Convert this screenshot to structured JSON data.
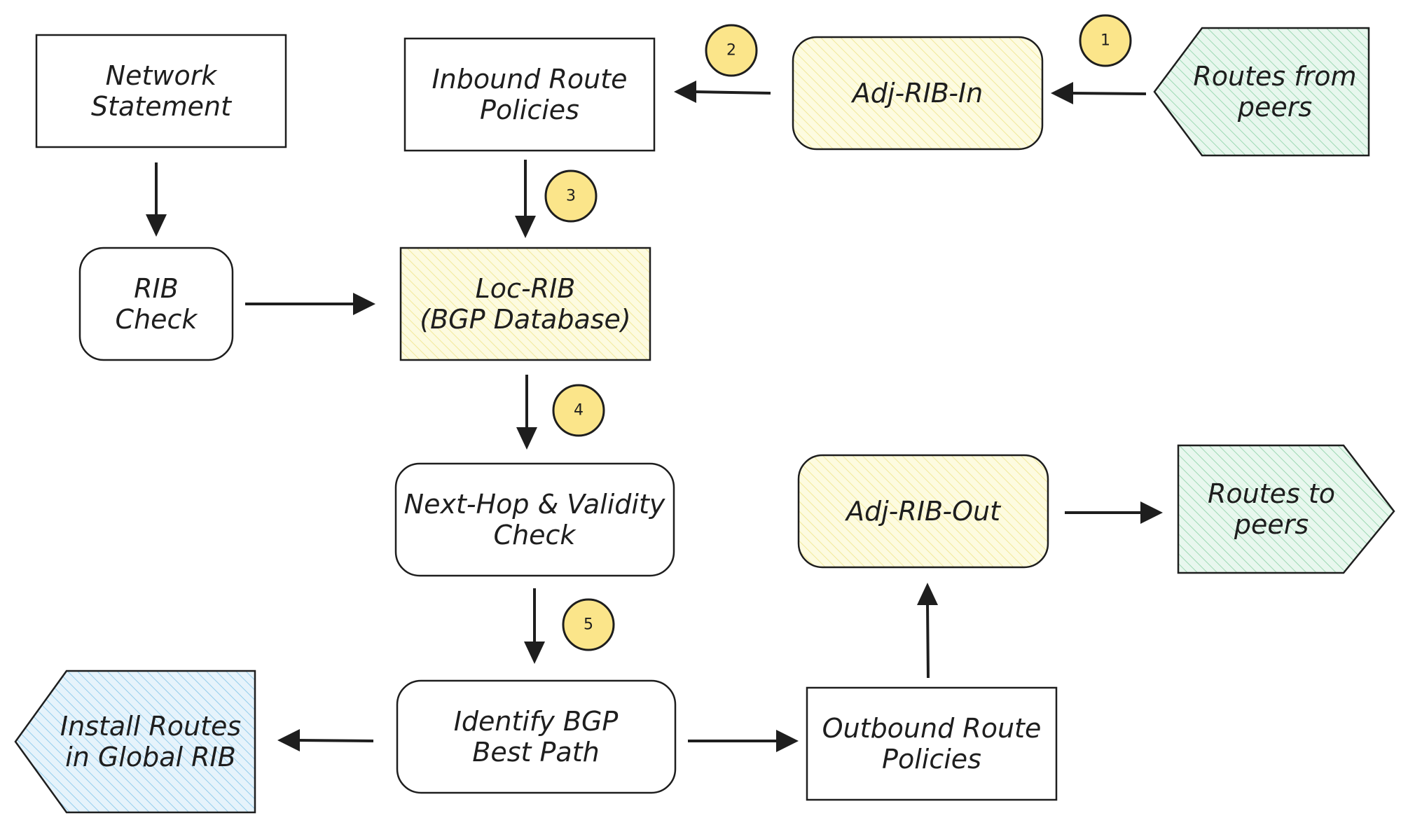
{
  "nodes": {
    "network_statement": {
      "lines": [
        "Network",
        "Statement"
      ]
    },
    "rib_check": {
      "lines": [
        "RIB",
        "Check"
      ]
    },
    "inbound_policies": {
      "lines": [
        "Inbound Route",
        "Policies"
      ]
    },
    "loc_rib": {
      "lines": [
        "Loc-RIB",
        "(BGP Database)"
      ]
    },
    "adj_rib_in": {
      "lines": [
        "Adj-RIB-In"
      ]
    },
    "routes_from_peers": {
      "lines": [
        "Routes from",
        "peers"
      ]
    },
    "next_hop_check": {
      "lines": [
        "Next-Hop & Validity",
        "Check"
      ]
    },
    "best_path": {
      "lines": [
        "Identify BGP",
        "Best Path"
      ]
    },
    "install_routes": {
      "lines": [
        "Install Routes",
        "in Global RIB"
      ]
    },
    "outbound_policies": {
      "lines": [
        "Outbound Route",
        "Policies"
      ]
    },
    "adj_rib_out": {
      "lines": [
        "Adj-RIB-Out"
      ]
    },
    "routes_to_peers": {
      "lines": [
        "Routes to",
        "peers"
      ]
    }
  },
  "badges": {
    "step1": "1",
    "step2": "2",
    "step3": "3",
    "step4": "4",
    "step5": "5"
  },
  "colors": {
    "stroke": "#1e1e1e",
    "yellow_fill": "#fdfbe0",
    "yellow_hatch": "#f1e89a",
    "green_fill": "#e8f7ee",
    "green_hatch": "#9ed9b4",
    "blue_fill": "#e6f3fb",
    "blue_hatch": "#94cdec",
    "badge_fill": "#fbe58a"
  }
}
